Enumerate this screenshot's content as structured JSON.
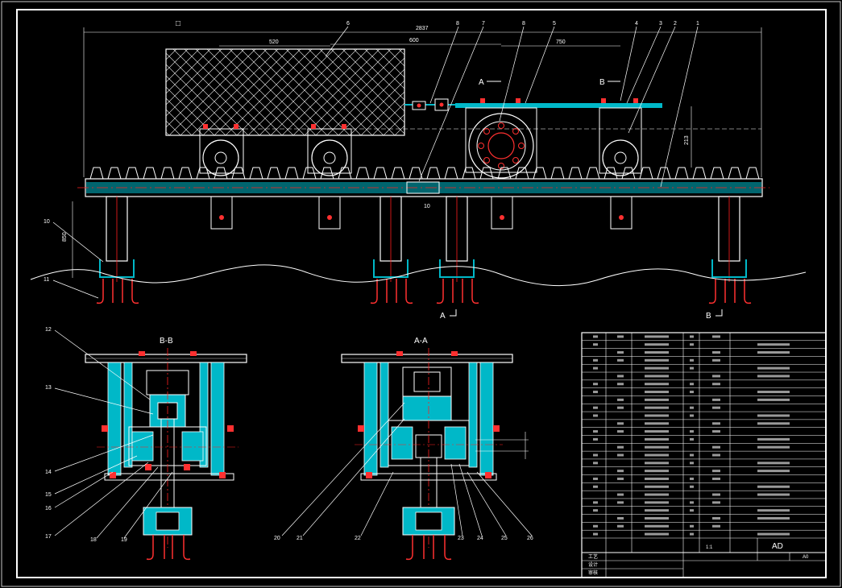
{
  "colors": {
    "background": "#000000",
    "outline": "#ffffff",
    "part_fill": "#00b8c8",
    "centerline": "#ff2020",
    "bolt": "#ff3030",
    "dimension": "#ffffff",
    "table_text": "#ffffff"
  },
  "views": {
    "top_marker": "□",
    "section_bb_title": "B-B",
    "section_aa_title": "A-A",
    "section_mark_a": "A",
    "section_mark_b": "B",
    "cut_arrow_a": "A",
    "cut_arrow_b": "B"
  },
  "dimensions": {
    "overall": "2837",
    "d1": "520",
    "d2": "600",
    "d3": "750",
    "height_right": "213",
    "height_left": "850",
    "gap": "10"
  },
  "balloons_top": [
    "6",
    "8",
    "7",
    "8",
    "5",
    "4",
    "3",
    "2",
    "1"
  ],
  "balloons_left": [
    "10",
    "11"
  ],
  "balloons_bb": [
    "12",
    "13",
    "14",
    "15",
    "16",
    "17",
    "18",
    "19"
  ],
  "balloons_aa": [
    "20",
    "21",
    "22",
    "23",
    "24",
    "25",
    "26"
  ],
  "title_block": {
    "material": "AD",
    "scale": "1:1",
    "sheet": "A0",
    "row_labels": [
      "设计",
      "审核",
      "工艺"
    ]
  }
}
